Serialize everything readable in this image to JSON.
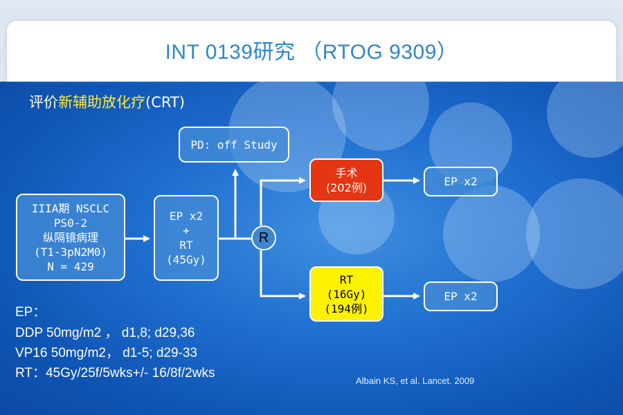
{
  "title": "INT 0139研究 （RTOG 9309）",
  "subtitle": {
    "prefix": "评价",
    "highlight": "新辅助放化疗",
    "suffix": "(CRT)"
  },
  "boxes": {
    "patients": [
      "IIIA期 NSCLC",
      "PS0-2",
      "纵隔镜病理",
      "(T1-3pN2M0)",
      "N = 429"
    ],
    "induction": [
      "EP x2",
      "+",
      "RT",
      "(45Gy)"
    ],
    "pd": "PD: off Study",
    "randomize": "R",
    "surgery": [
      "手术",
      "(202例)"
    ],
    "surgery_followup": "EP x2",
    "rt": [
      "RT",
      "(16Gy)",
      "(194例)"
    ],
    "rt_followup": "EP x2"
  },
  "regimen": {
    "heading": "EP：",
    "lines": [
      "DDP 50mg/m2 ， d1,8; d29,36",
      "VP16 50mg/m2， d1-5; d29-33",
      "RT：45Gy/25f/5wks+/- 16/8f/2wks"
    ]
  },
  "citation": "Albain KS, et al. Lancet. 2009",
  "colors": {
    "title": "#2f86cc",
    "highlight": "#ffea3a",
    "surgery_box": "#e53512",
    "rt_box": "#fff200"
  }
}
